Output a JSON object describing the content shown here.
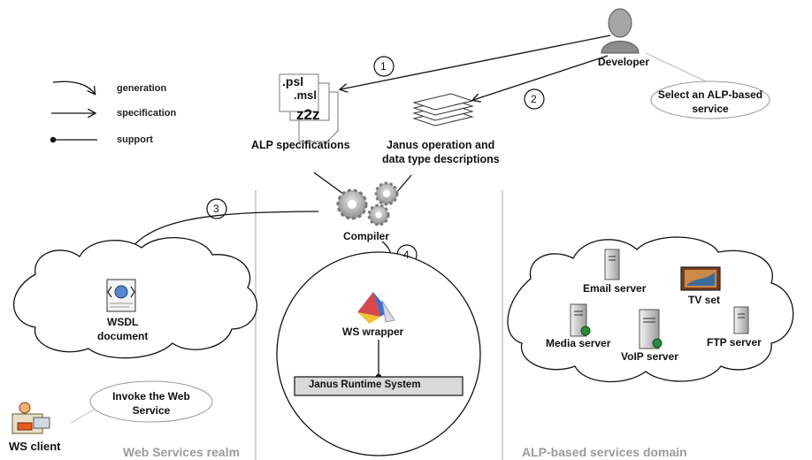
{
  "legend": {
    "generation": "generation",
    "specification": "specification",
    "support": "support"
  },
  "actors": {
    "developer": "Developer",
    "ws_client": "WS client"
  },
  "notes": {
    "select_service": "Select an ALP-based service",
    "invoke_ws": "Invoke the Web Service"
  },
  "documents": {
    "ext_psl": ".psl",
    "ext_msl": ".msl",
    "ext_zzz": "z2z",
    "alp_specs": "ALP specifications",
    "janus_desc_line1": "Janus operation and",
    "janus_desc_line2": "data type descriptions"
  },
  "compiler": "Compiler",
  "steps": [
    "1",
    "2",
    "3",
    "4"
  ],
  "wsdl": {
    "line1": "WSDL",
    "line2": "document"
  },
  "wrapper": {
    "ws_wrapper": "WS wrapper",
    "runtime": "Janus Runtime System"
  },
  "servers": {
    "email": "Email server",
    "tv": "TV set",
    "media": "Media server",
    "voip": "VoIP server",
    "ftp": "FTP server"
  },
  "realms": {
    "web_services": "Web Services realm",
    "alp_domain": "ALP-based services domain"
  }
}
